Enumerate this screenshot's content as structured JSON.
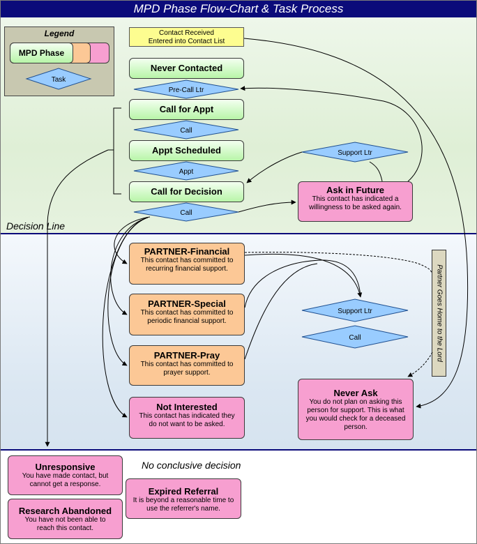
{
  "title": "MPD Phase Flow-Chart & Task Process",
  "legend": {
    "title": "Legend",
    "phase_label": "MPD Phase",
    "task_label": "Task"
  },
  "zones": {
    "decision_line": "Decision Line",
    "no_decision": "No conclusive decision"
  },
  "nodes": {
    "contact_received": {
      "line1": "Contact Received",
      "line2": "Entered into Contact List"
    },
    "never_contacted": "Never Contacted",
    "call_for_appt": "Call for Appt",
    "appt_scheduled": "Appt Scheduled",
    "call_for_decision": "Call for Decision",
    "ask_in_future": {
      "title": "Ask in Future",
      "desc": "This contact has indicated a willingness to be asked again."
    },
    "partner_financial": {
      "title": "PARTNER-Financial",
      "desc": "This contact has committed to recurring financial support."
    },
    "partner_special": {
      "title": "PARTNER-Special",
      "desc": "This contact has committed to periodic financial support."
    },
    "partner_pray": {
      "title": "PARTNER-Pray",
      "desc": "This contact has committed to prayer support."
    },
    "not_interested": {
      "title": "Not Interested",
      "desc": "This contact has indicated they do not want to be asked."
    },
    "never_ask": {
      "title": "Never Ask",
      "desc": "You do not plan on asking this person for support. This is what you would check for a deceased person."
    },
    "unresponsive": {
      "title": "Unresponsive",
      "desc": "You have made contact, but cannot get a response."
    },
    "research_abandoned": {
      "title": "Research Abandoned",
      "desc": "You have not been able to reach this contact."
    },
    "expired_referral": {
      "title": "Expired Referral",
      "desc": "It is beyond a reasonable time to use the referrer's name."
    }
  },
  "tasks": {
    "pre_call_ltr": "Pre-Call Ltr",
    "call_1": "Call",
    "appt": "Appt",
    "call_2": "Call",
    "support_ltr_top": "Support Ltr",
    "support_ltr_mid": "Support Ltr",
    "call_mid": "Call"
  },
  "side_tag": "Partner Goes Home to the Lord",
  "colors": {
    "title_bar": "#0b0b7a",
    "phase_green": "#b8f5a8",
    "phase_orange": "#fcc896",
    "phase_pink": "#f79fd0",
    "task_blue": "#99ccff",
    "contact_yellow": "#fdfd90"
  }
}
